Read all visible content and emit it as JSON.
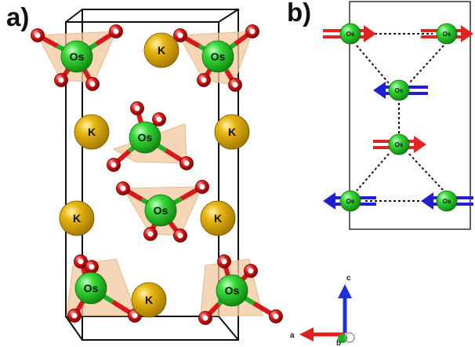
{
  "panels": {
    "a_label": "a)",
    "b_label": "b)"
  },
  "atoms": {
    "os": "Os",
    "k": "K",
    "os_small": "Os"
  },
  "axes": {
    "a": "a",
    "b": "b",
    "c": "c"
  },
  "colors": {
    "os_green": "#2bcf2b",
    "k_gold": "#e2b10f",
    "o_red": "#d81818",
    "bond_green": "#23b023",
    "tetra_fill": "#f2c9a0",
    "arrow_red": "#e02424",
    "arrow_blue": "#2020d0"
  }
}
